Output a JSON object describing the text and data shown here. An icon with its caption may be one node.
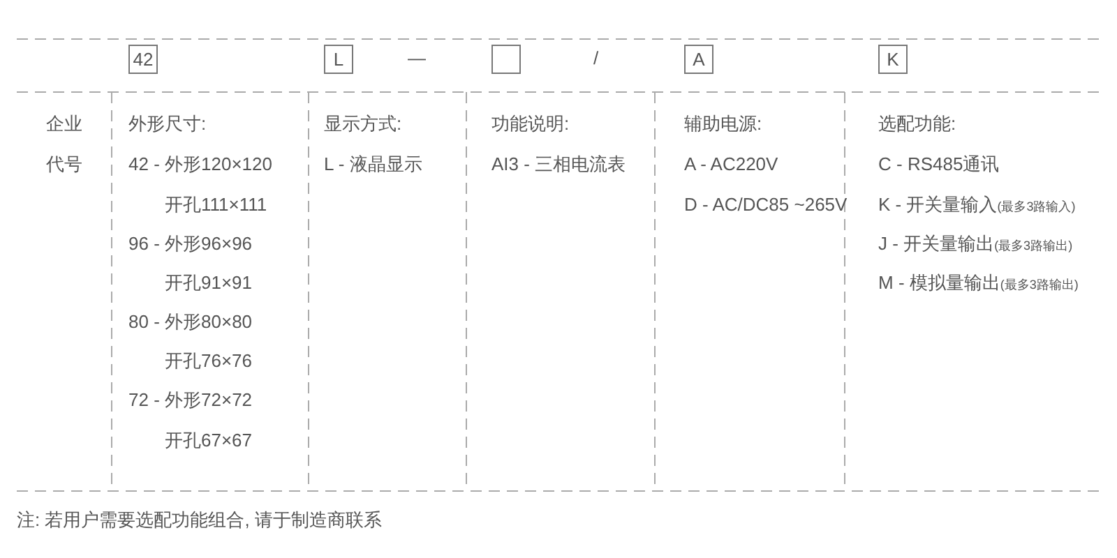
{
  "diagram": {
    "nodes": [
      {
        "text": [
          "42"
        ]
      },
      {
        "text": [
          "L"
        ]
      },
      {
        "text": [],
        "shape": "box"
      },
      {
        "text": [
          "A"
        ]
      },
      {
        "text": [
          "K"
        ]
      }
    ],
    "labels": [
      "—",
      "/",
      "企业",
      "外形尺寸:",
      "显示方式:",
      "功能说明:",
      "辅助电源:",
      "选配功能:",
      "代号",
      "42 - 外形120×120",
      "L - 液晶显示",
      "AI3 - 三相电流表",
      "A - AC220V",
      "C - RS485通讯",
      "开孔111×111",
      "D - AC/DC85 ~265V",
      "K - 开关量输入",
      "(最多3路输入)",
      "96 - 外形96×96",
      "J - 开关量输出",
      "(最多3路输出)",
      "开孔91×91",
      "M - 模拟量输出",
      "(最多3路输出)",
      "80 - 外形80×80",
      "开孔76×76",
      "72 - 外形72×72",
      "开孔67×67",
      "注: 若用户需要选配功能组合, 请于制造商联系"
    ]
  }
}
